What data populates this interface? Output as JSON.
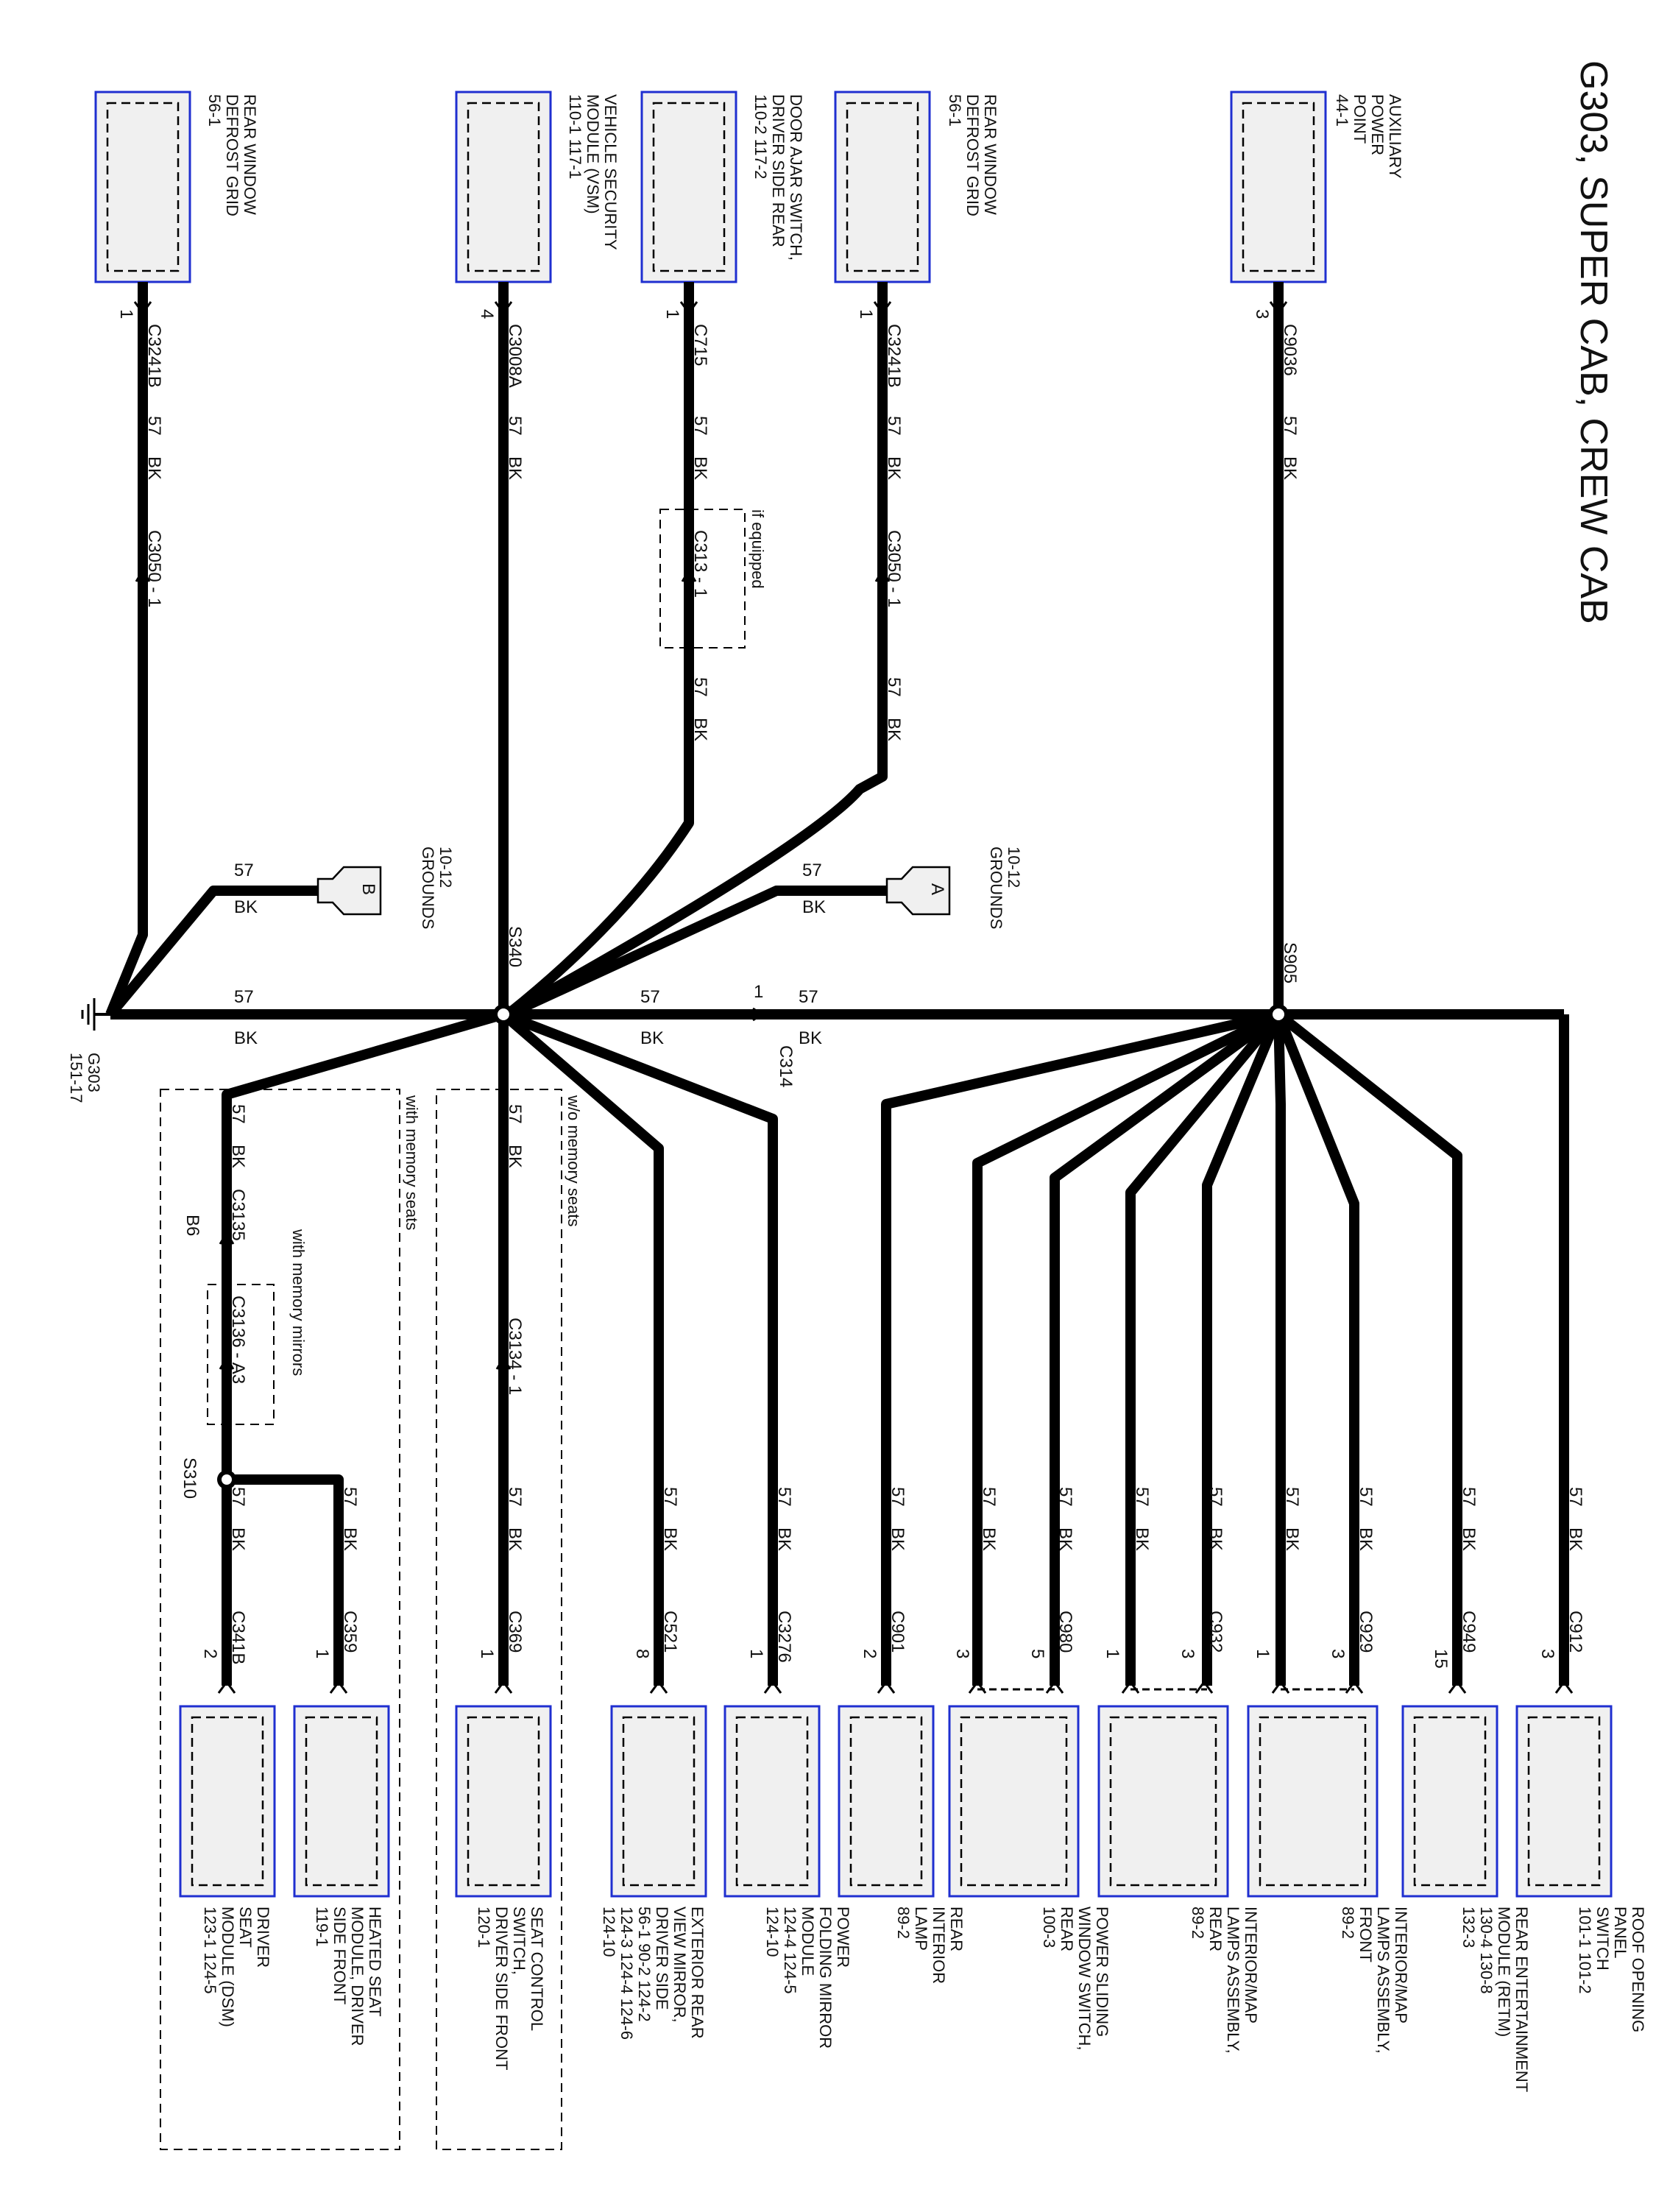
{
  "title": "G303, SUPER CAB, CREW CAB",
  "wire_code": "57",
  "wire_color": "BK",
  "top_components": [
    {
      "id": "aux",
      "lines": [
        "AUXILIARY",
        "POWER",
        "POINT",
        "44-1"
      ],
      "connector": "C9036",
      "pin": "3"
    },
    {
      "id": "rwdg1",
      "lines": [
        "REAR WINDOW",
        "DEFROST GRID",
        "56-1"
      ],
      "connector": "C3241B",
      "pin": "1",
      "inline": "C3050 - 1"
    },
    {
      "id": "door",
      "lines": [
        "DOOR AJAR SWITCH,",
        "DRIVER SIDE REAR",
        "110-2         117-2"
      ],
      "connector": "C715",
      "pin": "1",
      "inline": "C313 - 1",
      "note": "if equipped"
    },
    {
      "id": "vsm",
      "lines": [
        "VEHICLE SECURITY",
        "MODULE (VSM)",
        "110-1     117-1"
      ],
      "connector": "C3008A",
      "pin": "4"
    },
    {
      "id": "rwdg2",
      "lines": [
        "REAR WINDOW",
        "DEFROST GRID",
        "56-1"
      ],
      "connector": "C3241B",
      "pin": "1",
      "inline": "C3050 - 1"
    }
  ],
  "grounds": [
    {
      "id": "a",
      "letter": "A",
      "lines": [
        "10-12",
        "GROUNDS"
      ]
    },
    {
      "id": "b",
      "letter": "B",
      "lines": [
        "10-12",
        "GROUNDS"
      ]
    }
  ],
  "splices": {
    "s905": "S905",
    "s340": "S340",
    "s310": "S310"
  },
  "c314": {
    "label": "C314",
    "pin": "1"
  },
  "ground_point": {
    "label": "G303",
    "ref": "151-17"
  },
  "bottom_components": [
    {
      "id": "roof",
      "lines": [
        "ROOF OPENING",
        "PANEL",
        "SWITCH",
        "101-1       101-2"
      ],
      "connector": "C912",
      "pin": "3"
    },
    {
      "id": "retm",
      "lines": [
        "REAR ENTERTAINMENT",
        "MODULE (RETM)",
        "130-4     130-8",
        "132-3"
      ],
      "connector": "C949",
      "pin": "15"
    },
    {
      "id": "imfront",
      "lines": [
        "INTERIOR/MAP",
        "LAMPS ASSEMBLY,",
        "FRONT",
        "89-2"
      ],
      "connector": "C929",
      "pin": "3",
      "pin2": "1"
    },
    {
      "id": "imrear",
      "lines": [
        "INTERIOR/MAP",
        "LAMPS ASSEMBLY,",
        "REAR",
        "89-2"
      ],
      "connector": "C932",
      "pin": "3",
      "pin2": "1"
    },
    {
      "id": "pswin",
      "lines": [
        "POWER SLIDING",
        "WINDOW SWITCH,",
        "REAR",
        "100-3"
      ],
      "connector": "C980",
      "pin": "5",
      "pin2": "3"
    },
    {
      "id": "rilamp",
      "lines": [
        "REAR",
        "INTERIOR",
        "LAMP",
        "89-2"
      ],
      "connector": "C901",
      "pin": "2"
    },
    {
      "id": "pfmm",
      "lines": [
        "POWER",
        "FOLDING MIRROR",
        "MODULE",
        "124-4      124-5",
        "124-10"
      ],
      "connector": "C3276",
      "pin": "1"
    },
    {
      "id": "ermirror",
      "lines": [
        "EXTERIOR REAR",
        "VIEW MIRROR,",
        "DRIVER SIDE",
        "56-1    90-2     124-2",
        "124-3    124-4    124-6",
        "124-10"
      ],
      "connector": "C521",
      "pin": "8"
    },
    {
      "id": "seatsw",
      "lines": [
        "SEAT CONTROL",
        "SWITCH,",
        "DRIVER SIDE FRONT",
        "120-1"
      ],
      "connector": "C369",
      "pin": "1",
      "inline": "C3134 - 1"
    },
    {
      "id": "heatseat",
      "lines": [
        "HEATED SEAT",
        "MODULE, DRIVER",
        "SIDE FRONT",
        "119-1"
      ],
      "connector": "C359",
      "pin": "1"
    },
    {
      "id": "dsm",
      "lines": [
        "DRIVER",
        "SEAT",
        "MODULE (DSM)",
        "123-1      124-5"
      ],
      "connector": "C341B",
      "pin": "2"
    }
  ],
  "options": {
    "wo_memory": "w/o memory seats",
    "with_memory": "with memory seats",
    "with_mirrors": "with memory mirrors"
  },
  "seat_connectors": {
    "c3135": "C3135",
    "b6": "B6",
    "c3136": "C3136 - A3"
  }
}
